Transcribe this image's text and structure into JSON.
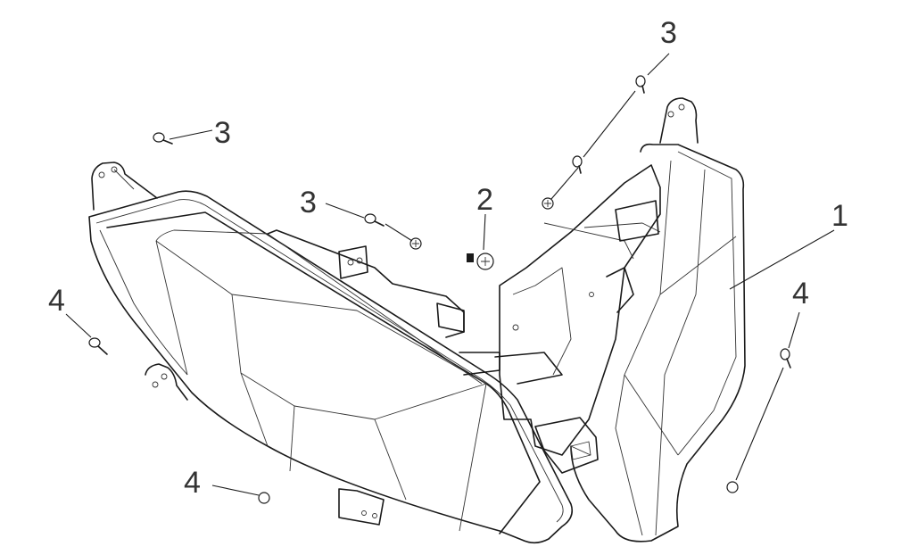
{
  "diagram": {
    "callouts": [
      {
        "id": "c3-top",
        "label": "3"
      },
      {
        "id": "c3-left",
        "label": "3"
      },
      {
        "id": "c3-mid",
        "label": "3"
      },
      {
        "id": "c2",
        "label": "2"
      },
      {
        "id": "c1",
        "label": "1"
      },
      {
        "id": "c4-left",
        "label": "4"
      },
      {
        "id": "c4-right",
        "label": "4"
      },
      {
        "id": "c4-bottom",
        "label": "4"
      }
    ]
  }
}
